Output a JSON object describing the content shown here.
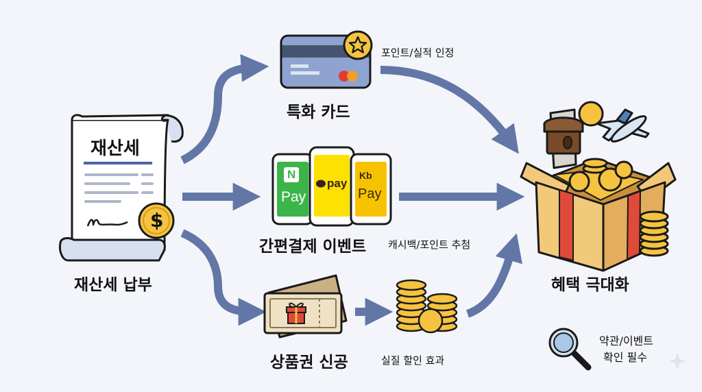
{
  "source": {
    "doc_title": "재산세",
    "label": "재산세 납부",
    "coin_symbol": "$"
  },
  "routes": {
    "card": {
      "label": "특화 카드",
      "note": "포인트/실적 인정"
    },
    "easy_pay": {
      "label": "간편결제 이벤트",
      "note": "캐시백/포인트 추첨",
      "apps": [
        {
          "logo": "N",
          "text": "Pay"
        },
        {
          "logo": "",
          "text": "pay"
        },
        {
          "logo": "Kb",
          "text": "Pay"
        }
      ]
    },
    "gift_card": {
      "label": "상품권 신공",
      "note": "실질 할인 효과"
    }
  },
  "result": {
    "label": "혜택 극대화"
  },
  "notice": {
    "line1": "약관/이벤트",
    "line2": "확인 필수"
  },
  "colors": {
    "arrow": "#6277a6",
    "box": "#f2c87a",
    "coin": "#f5c340",
    "card": "#8ea3cf",
    "npay": "#3bb54a",
    "kakao": "#fde100",
    "kbpay": "#f7c300"
  }
}
